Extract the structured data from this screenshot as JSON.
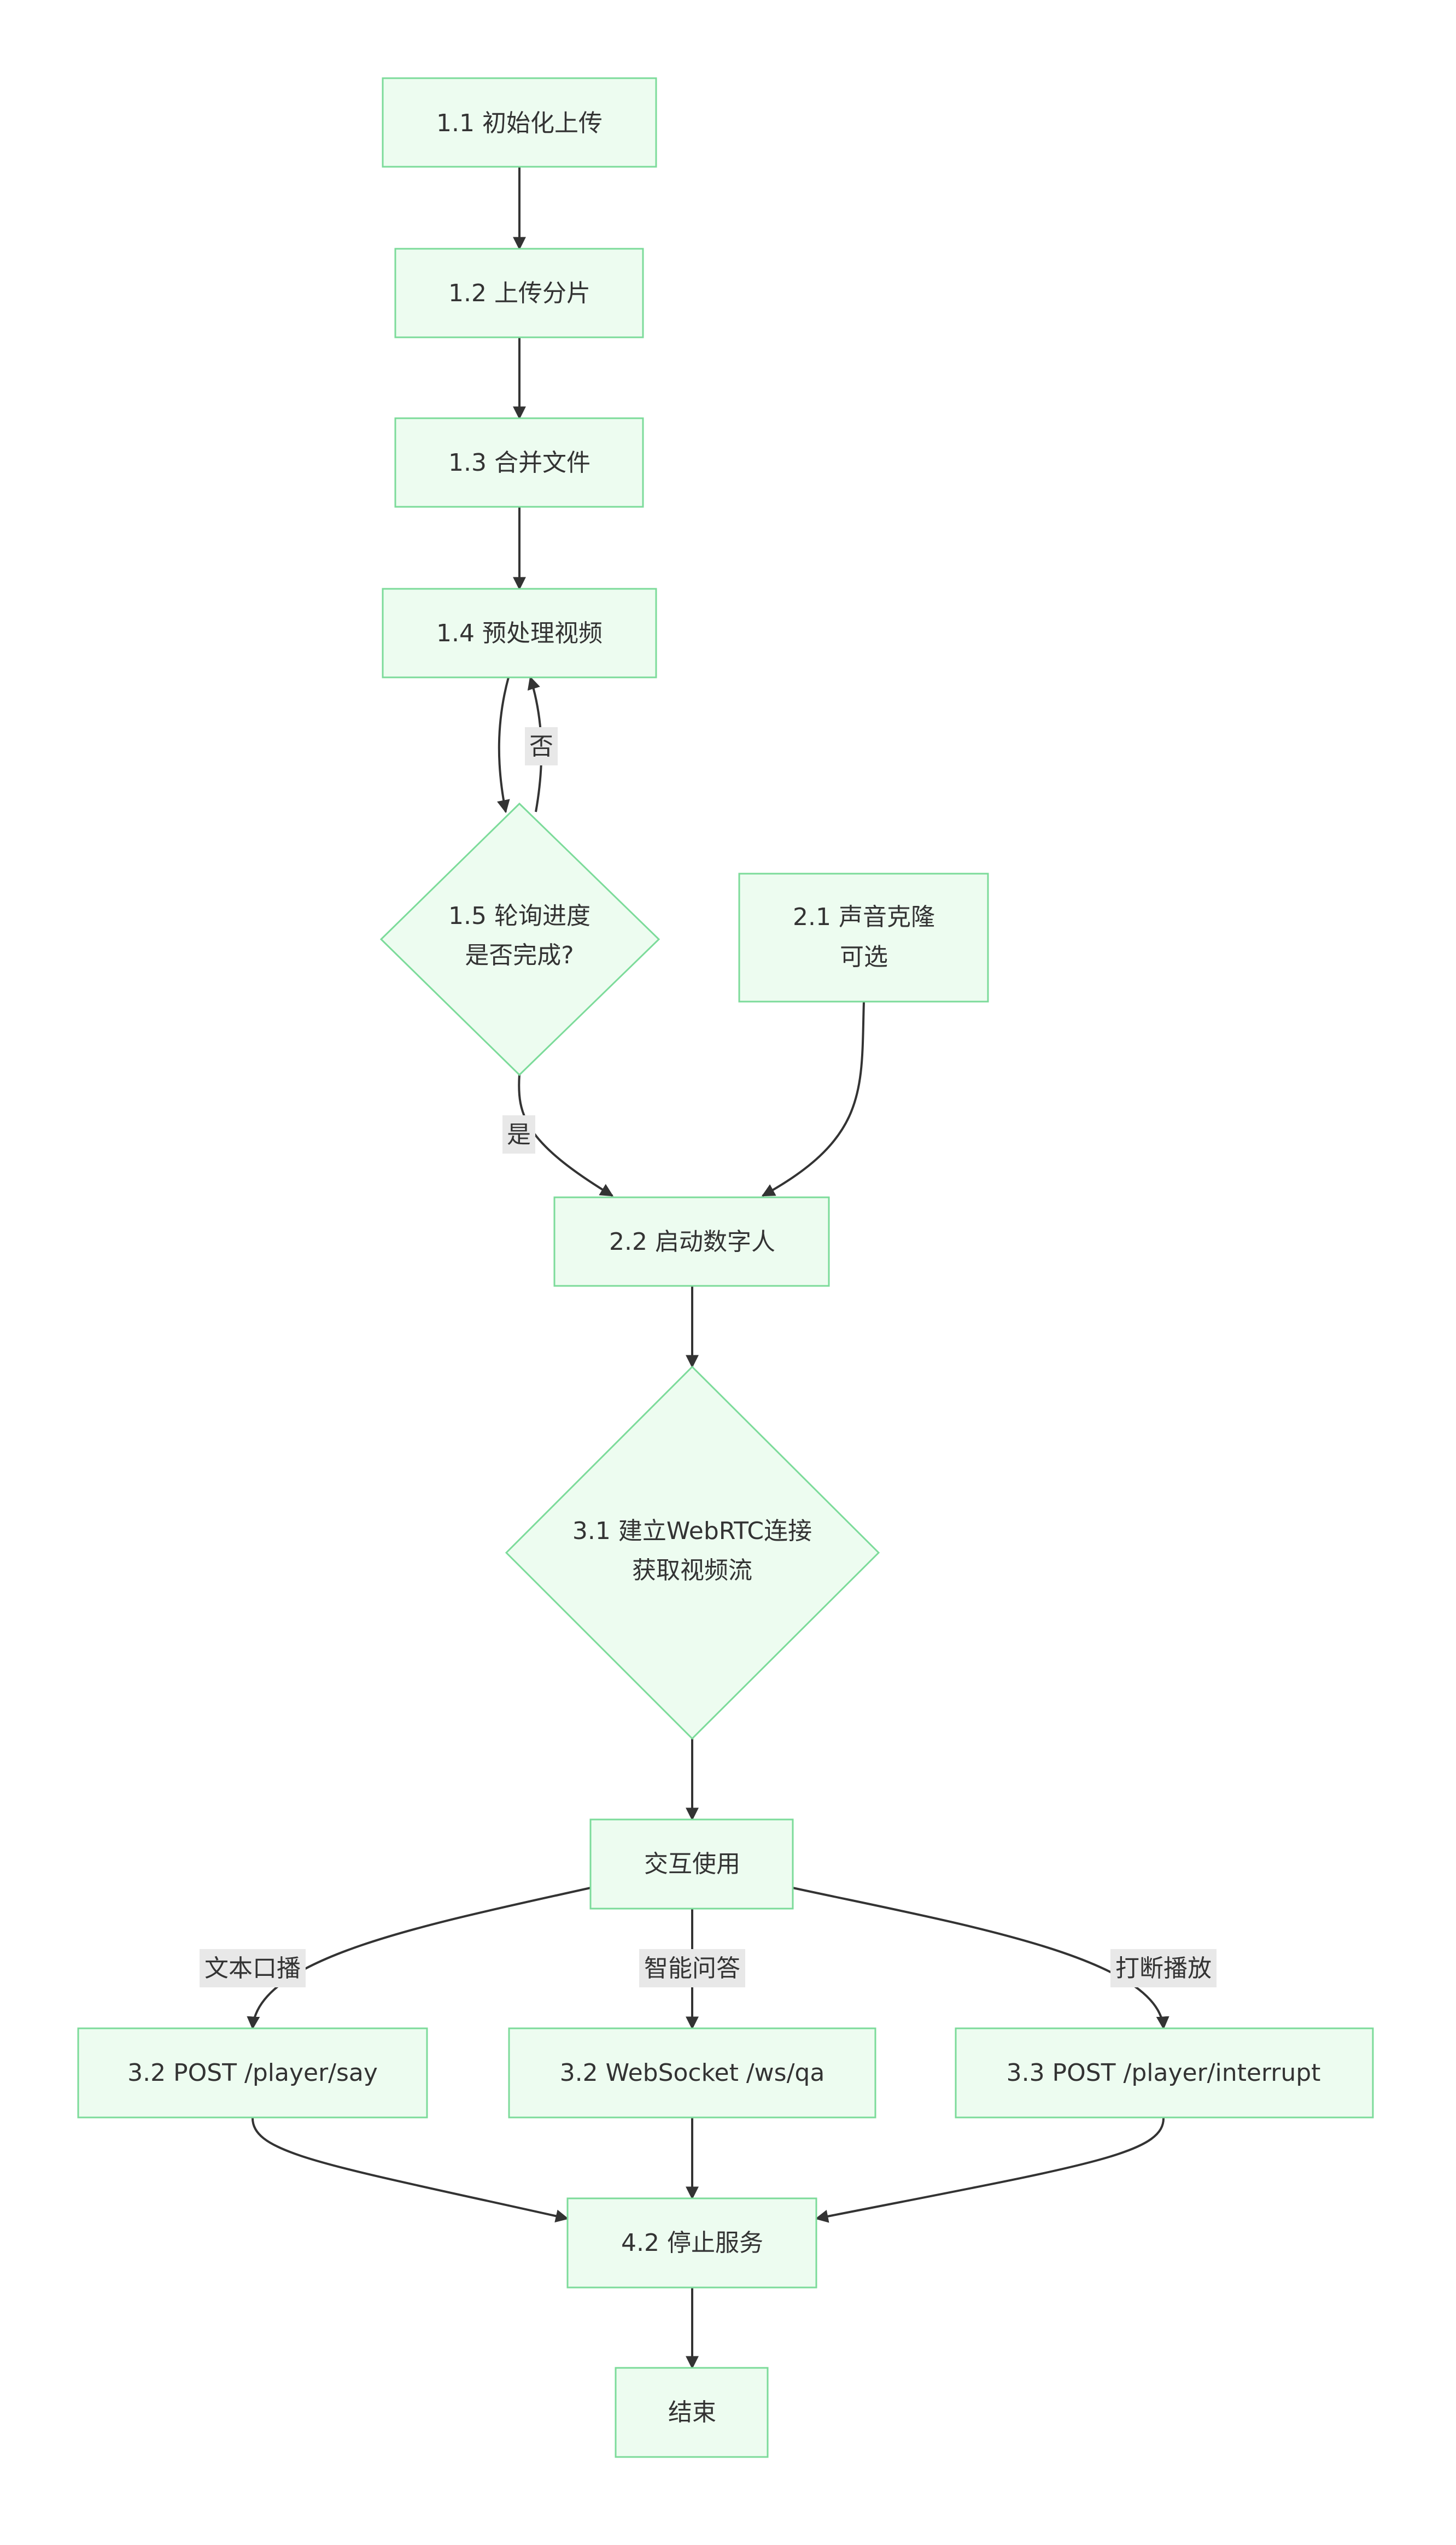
{
  "nodes": {
    "init_upload": "1.1 初始化上传",
    "upload_chunks": "1.2 上传分片",
    "merge_file": "1.3 合并文件",
    "preprocess_video": "1.4 预处理视频",
    "poll_progress": [
      "1.5 轮询进度",
      "是否完成?"
    ],
    "voice_clone": [
      "2.1 声音克隆",
      "可选"
    ],
    "start_avatar": "2.2 启动数字人",
    "webrtc": [
      "3.1 建立WebRTC连接",
      "获取视频流"
    ],
    "interact": "交互使用",
    "player_say": "3.2 POST /player/say",
    "ws_qa": "3.2 WebSocket /ws/qa",
    "player_interrupt": "3.3 POST /player/interrupt",
    "stop_service": "4.2 停止服务",
    "end": "结束"
  },
  "edge_labels": {
    "no": "否",
    "yes": "是",
    "text_broadcast": "文本口播",
    "smart_qa": "智能问答",
    "interrupt_play": "打断播放"
  },
  "colors": {
    "node_fill": "#EDFCF0",
    "node_stroke": "#7CDB9A",
    "edge": "#333333",
    "label_bg": "#E8E8E8",
    "text": "#333333"
  }
}
